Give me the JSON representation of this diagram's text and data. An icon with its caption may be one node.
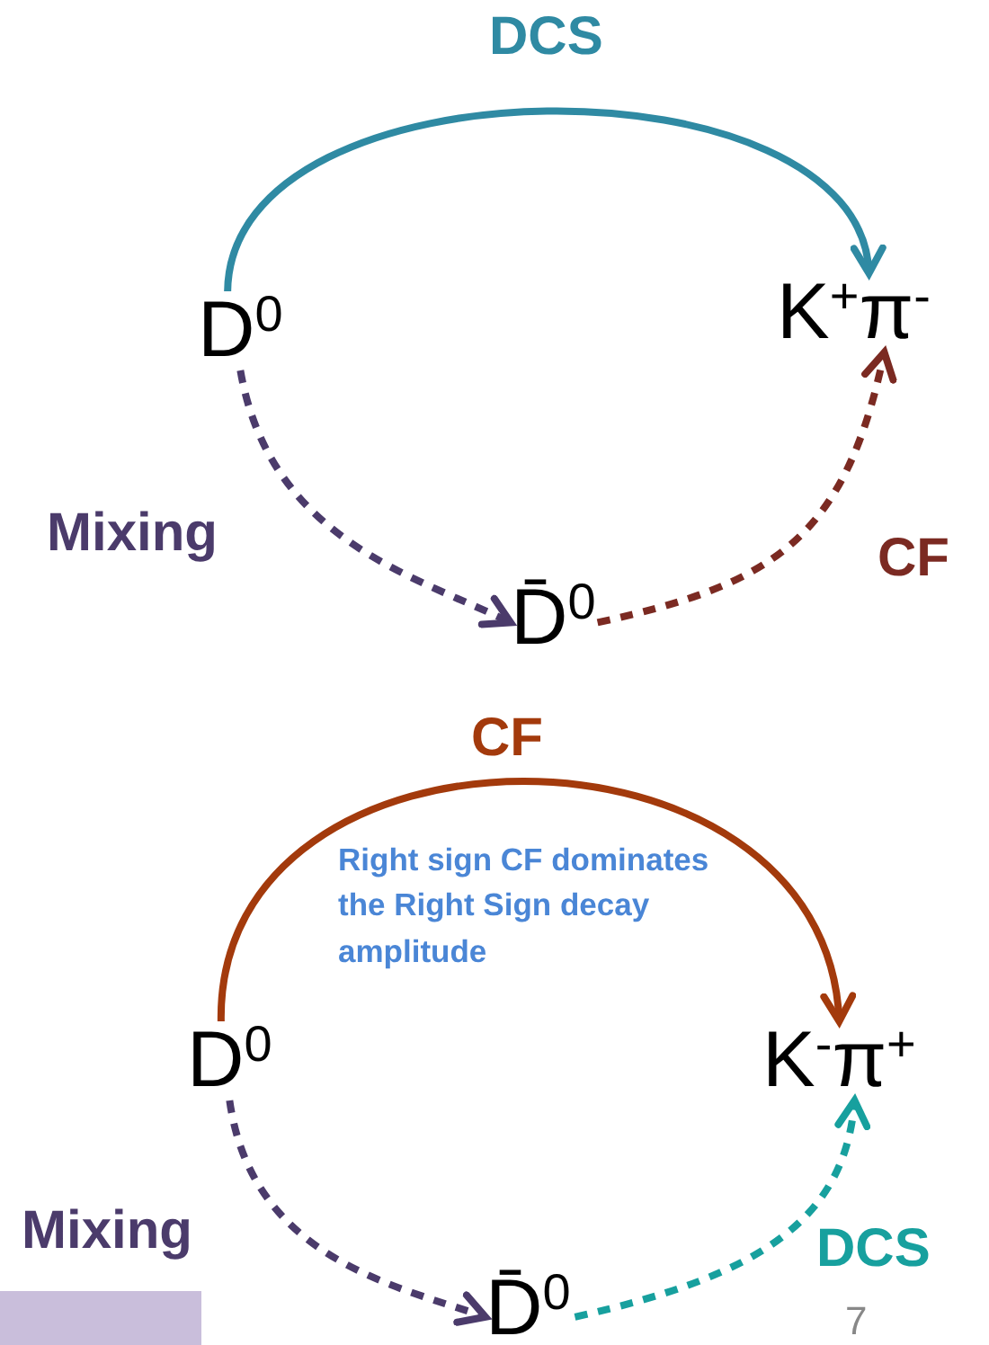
{
  "diagram": {
    "nodes": [
      {
        "text": [
          "D$^{0}$"
        ]
      },
      {
        "text": [
          "K$^{+}$π$^{-}$"
        ]
      },
      {
        "text": [
          "D̄$^{0}$"
        ]
      },
      {
        "text": [
          "D$^{0}$"
        ]
      },
      {
        "text": [
          "K$^{-}$π$^{+}$"
        ]
      },
      {
        "text": [
          "D̄$^{0}$"
        ]
      }
    ],
    "edges": [
      {
        "from": 0,
        "to": 1,
        "arrow": "to",
        "label": "DCS",
        "color": "#2f8aa3"
      },
      {
        "from": 0,
        "to": 2,
        "arrow": "to",
        "label": "Mixing",
        "style": "dashed",
        "color": "#4b3b6b"
      },
      {
        "from": 2,
        "to": 1,
        "arrow": "to",
        "label": "CF",
        "style": "dashed",
        "color": "#7b2a22"
      },
      {
        "from": 3,
        "to": 4,
        "arrow": "to",
        "label": "CF",
        "color": "#a33a0c"
      },
      {
        "from": 3,
        "to": 5,
        "arrow": "to",
        "label": "Mixing",
        "style": "dashed",
        "color": "#4b3b6b"
      },
      {
        "from": 5,
        "to": 4,
        "arrow": "to",
        "label": "DCS",
        "style": "dashed",
        "color": "#17a09e"
      }
    ],
    "labels": [
      "Right sign CF dominates the Right Sign decay amplitude",
      "7"
    ]
  }
}
